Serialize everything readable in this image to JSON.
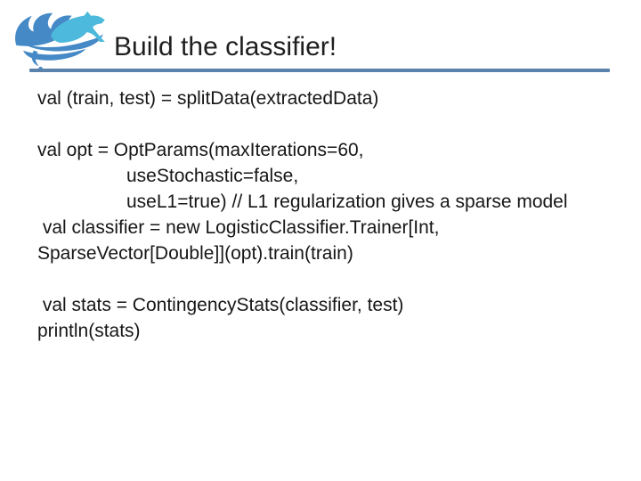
{
  "slide": {
    "title": "Build the classifier!",
    "logo": {
      "description": "breeze-wave-and-leaping-dog-logo",
      "wave_color": "#4589c6",
      "animal_color": "#4db9dc"
    },
    "rule_color": "#5b82ab",
    "code": {
      "lines": [
        {
          "text": "val (train, test) = splitData(extractedData)",
          "indent": false
        },
        {
          "text": "",
          "indent": false
        },
        {
          "text": "val opt = OptParams(maxIterations=60,",
          "indent": false
        },
        {
          "text": "useStochastic=false,",
          "indent": true
        },
        {
          "text": "useL1=true) // L1 regularization gives a sparse model",
          "indent": true
        },
        {
          "text": " val classifier = new LogisticClassifier.Trainer[Int,",
          "indent": false
        },
        {
          "text": "SparseVector[Double]](opt).train(train)",
          "indent": false
        },
        {
          "text": "",
          "indent": false
        },
        {
          "text": " val stats = ContingencyStats(classifier, test)",
          "indent": false
        },
        {
          "text": "println(stats)",
          "indent": false
        }
      ]
    }
  }
}
